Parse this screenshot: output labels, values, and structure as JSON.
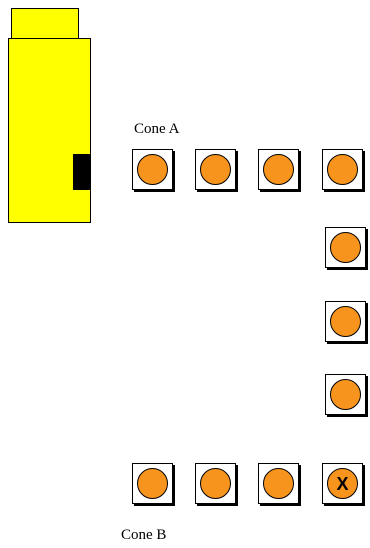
{
  "labels": {
    "cone_a": "Cone A",
    "cone_b": "Cone B"
  },
  "colors": {
    "device": "#ffff00",
    "cone_fill": "#f7941d",
    "port": "#000000"
  },
  "device": {
    "name": "yellow-device",
    "port_icon": "black-port"
  },
  "cones": [
    {
      "id": "a1",
      "mark": ""
    },
    {
      "id": "a2",
      "mark": ""
    },
    {
      "id": "a3",
      "mark": ""
    },
    {
      "id": "a4",
      "mark": ""
    },
    {
      "id": "r1",
      "mark": ""
    },
    {
      "id": "r2",
      "mark": ""
    },
    {
      "id": "r3",
      "mark": ""
    },
    {
      "id": "b1",
      "mark": ""
    },
    {
      "id": "b2",
      "mark": ""
    },
    {
      "id": "b3",
      "mark": ""
    },
    {
      "id": "b4",
      "mark": "X"
    }
  ]
}
